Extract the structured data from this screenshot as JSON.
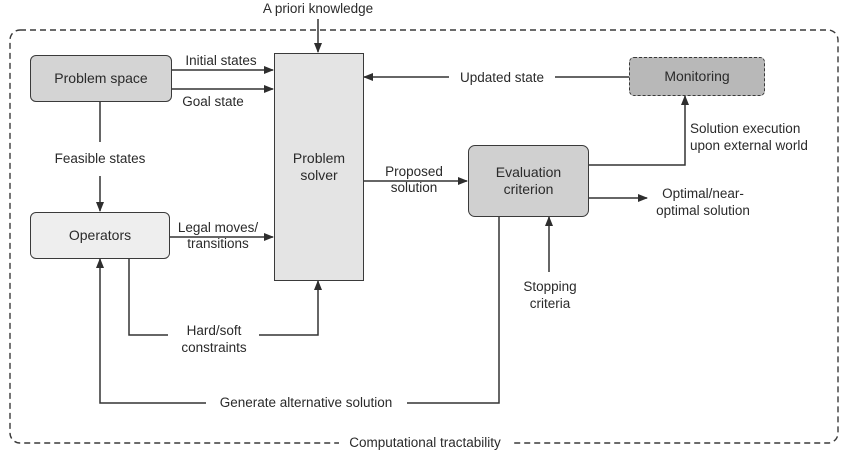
{
  "diagram": {
    "boundary_label": "Computational tractability",
    "nodes": {
      "problem_space": "Problem space",
      "operators": "Operators",
      "problem_solver": [
        "Problem",
        "solver"
      ],
      "evaluation_criterion": [
        "Evaluation",
        "criterion"
      ],
      "monitoring": "Monitoring"
    },
    "edges": {
      "a_priori": "A priori knowledge",
      "initial_states": "Initial states",
      "goal_state": "Goal state",
      "feasible_states": "Feasible states",
      "legal_moves": [
        "Legal moves/",
        "transitions"
      ],
      "hard_soft": [
        "Hard/soft",
        "constraints"
      ],
      "proposed_solution": [
        "Proposed",
        "solution"
      ],
      "updated_state": "Updated state",
      "solution_execution": [
        "Solution execution",
        "upon external world"
      ],
      "optimal_solution": [
        "Optimal/near-",
        "optimal solution"
      ],
      "stopping_criteria": [
        "Stopping",
        "criteria"
      ],
      "generate_alternative": "Generate alternative solution"
    },
    "colors": {
      "line": "#333333",
      "problem_space_fill": "#d4d4d4",
      "operators_fill": "#eeeeee",
      "solver_fill": "#e4e4e4",
      "evaluation_fill": "#d0d0d0",
      "monitoring_fill": "#b8b8b8"
    }
  }
}
